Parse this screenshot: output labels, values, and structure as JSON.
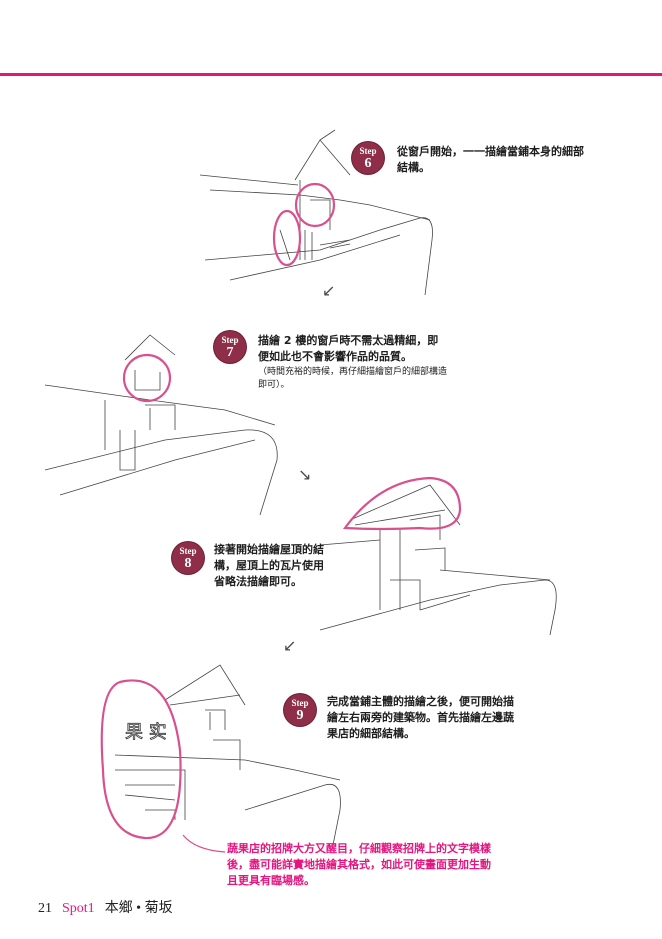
{
  "steps": [
    {
      "word": "Step",
      "num": "6",
      "text": "從窗戶開始，一一描繪當鋪本身的細部結構。",
      "sub": ""
    },
    {
      "word": "Step",
      "num": "7",
      "text": "描繪 2 樓的窗戶時不需太過精細，即便如此也不會影響作品的品質。",
      "sub": "（時間充裕的時候，再仔細描繪窗戶的細部構造即可）。"
    },
    {
      "word": "Step",
      "num": "8",
      "text": "接著開始描繪屋頂的結構，屋頂上的瓦片使用省略法描繪即可。",
      "sub": ""
    },
    {
      "word": "Step",
      "num": "9",
      "text": "完成當鋪主體的描繪之後，便可開始描繪左右兩旁的建築物。首先描繪左邊蔬果店的細部結構。",
      "sub": ""
    }
  ],
  "note": "蔬果店的招牌大方又醒目，仔細觀察招牌上的文字模樣後，盡可能詳實地描繪其格式，如此可使畫面更加生動且更具有臨場感。",
  "sign_text": "果 实",
  "footer": {
    "page": "21",
    "spot": "Spot1",
    "location": "本鄉 • 菊坂"
  },
  "colors": {
    "accent": "#e4157f",
    "badge": "#8e2e48"
  },
  "icons": [
    "arrow-down-left-icon",
    "arrow-down-right-icon"
  ]
}
